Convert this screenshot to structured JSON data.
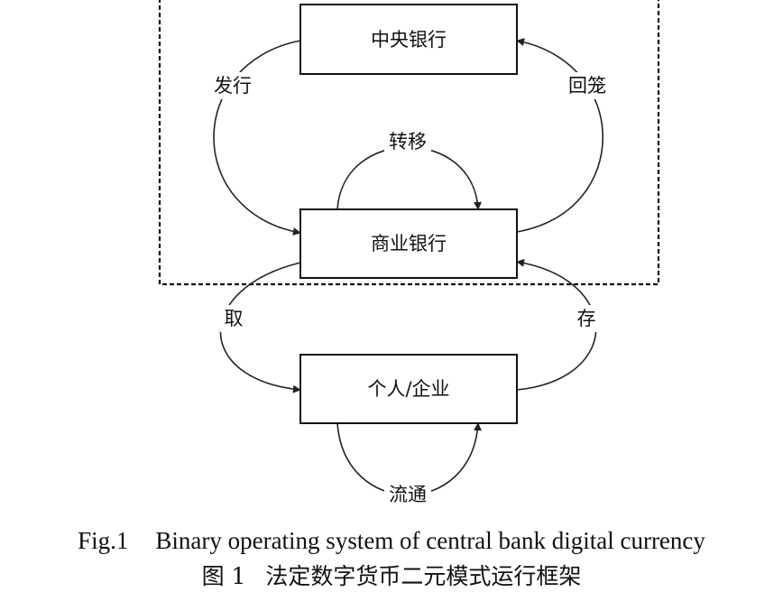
{
  "nodes": {
    "central_bank": "中央银行",
    "commercial_bank": "商业银行",
    "individual_enterprise": "个人/企业"
  },
  "edges": {
    "issue": "发行",
    "withdraw_back": "回笼",
    "transfer": "转移",
    "withdraw": "取",
    "deposit": "存",
    "circulate": "流通"
  },
  "caption": {
    "en_number": "Fig.1",
    "en_title": "Binary operating system of central bank digital currency",
    "zh_number": "图 1",
    "zh_title": "法定数字货币二元模式运行框架"
  },
  "colors": {
    "stroke": "#111111",
    "background": "#ffffff"
  }
}
